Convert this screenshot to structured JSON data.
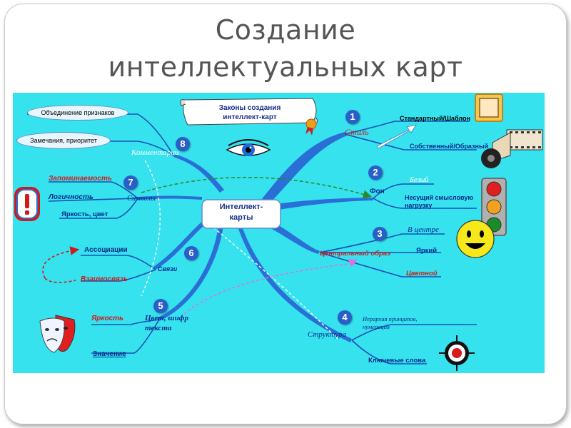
{
  "slide": {
    "title_line1": "Создание",
    "title_line2": "интеллектуальных карт"
  },
  "map": {
    "center": "Интеллект-\nкарты",
    "scroll_title": "Законы создания\nинтеллект-карт",
    "branches": {
      "b1": {
        "num": "1",
        "label": "Стиль",
        "items": [
          "Стандартный/Шаблон",
          "Собственный/Образный"
        ]
      },
      "b2": {
        "num": "2",
        "label": "Фон",
        "items": [
          "Белый",
          "Несущий смысловую\nнагрузку"
        ]
      },
      "b3": {
        "num": "3",
        "label": "Центральный образ",
        "items": [
          "В центре",
          "Яркий",
          "Цветной"
        ]
      },
      "b4": {
        "num": "4",
        "label": "Структура",
        "items": [
          "Иерархия принципов,\nнумерация",
          "Ключевые слова"
        ]
      },
      "b5": {
        "num": "5",
        "label": "Цвет, шифр\nтекста",
        "items": [
          "Яркость",
          "Значение"
        ]
      },
      "b6": {
        "num": "6",
        "label": "Связи",
        "items": [
          "Ассоциации",
          "Взаимосвязь"
        ]
      },
      "b7": {
        "num": "7",
        "label": "Символы",
        "items": [
          "Запоминаемость",
          "Логичность",
          "Яркость, цвет"
        ]
      },
      "b8": {
        "num": "8",
        "label": "Комментарии",
        "items": [
          "Объединение признаков",
          "Замечания, приоритет"
        ]
      }
    }
  },
  "colors": {
    "background": "#36e2ee",
    "branch": "#2a6fd6",
    "accent_red": "#e0141a",
    "number_badge": "#2a5fc7"
  },
  "icons": [
    "eye-icon",
    "warning-icon",
    "picture-frame-icon",
    "film-roll-icon",
    "traffic-light-icon",
    "smiley-icon",
    "theater-masks-icon",
    "target-icon"
  ]
}
